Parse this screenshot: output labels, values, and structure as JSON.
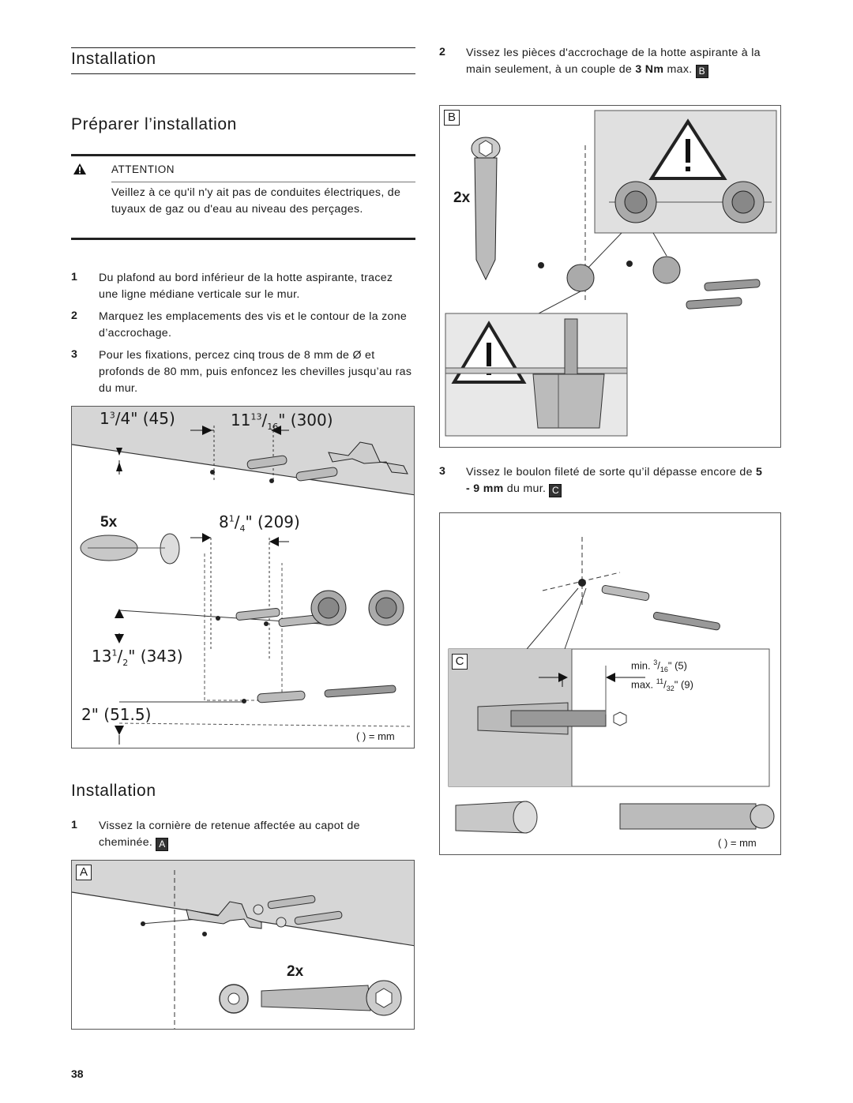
{
  "left": {
    "section_title": "Installation",
    "subsection_title": "Préparer l’installation",
    "attention": {
      "label": "ATTENTION",
      "text": "Veillez à ce qu'il n'y ait pas de conduites électriques, de tuyaux de gaz ou d'eau au niveau des perçages."
    },
    "steps": [
      {
        "n": "1",
        "text": "Du plafond au bord inférieur de la hotte aspirante, tracez une ligne médiane verticale sur le mur."
      },
      {
        "n": "2",
        "text": "Marquez les emplacements des vis et le contour de la zone d’accrochage."
      },
      {
        "n": "3",
        "text": "Pour les fixations, percez cinq trous de 8 mm de Ø et profonds de 80 mm, puis enfoncez les chevilles jusqu’au ras du mur."
      }
    ],
    "fig1": {
      "dim1": "1",
      "dim1_sup": "3",
      "dim1_rest": "/4\" (45)",
      "dim2": "11",
      "dim2_sup": "13",
      "dim2_sub": "16",
      "dim2_rest": "\" (300)",
      "count": "5x",
      "dim3": "8",
      "dim3_sup": "1",
      "dim3_sub": "4",
      "dim3_rest": "\" (209)",
      "dim4": "13",
      "dim4_sup": "1",
      "dim4_sub": "2",
      "dim4_rest": "\" (343)",
      "dim5": "2\" (51.5)",
      "unit_note": "( ) = mm"
    },
    "install_title": "Installation",
    "install_step": {
      "n": "1",
      "text": "Vissez la cornière de retenue affectée au capot de cheminée.",
      "badge": "A"
    },
    "fig_a": {
      "badge": "A",
      "count": "2x"
    }
  },
  "right": {
    "step2": {
      "n": "2",
      "text": "Vissez les pièces d'accrochage de la hotte aspirante à la main seulement, à un couple de",
      "bold": "3 Nm",
      "tail": "max.",
      "badge": "B"
    },
    "fig_b": {
      "badge": "B",
      "count": "2x"
    },
    "step3": {
      "n": "3",
      "text": "Vissez le boulon fileté de sorte qu’il dépasse encore de",
      "bold": "5 - 9 mm",
      "tail": "du mur.",
      "badge": "C"
    },
    "fig_c": {
      "badge": "C",
      "min_label": "min.",
      "min_sup": "3",
      "min_sub": "16",
      "min_rest": "\" (5)",
      "max_label": "max.",
      "max_sup": "11",
      "max_sub": "32",
      "max_rest": "\" (9)",
      "unit_note": "( ) = mm"
    }
  },
  "page_number": "38"
}
